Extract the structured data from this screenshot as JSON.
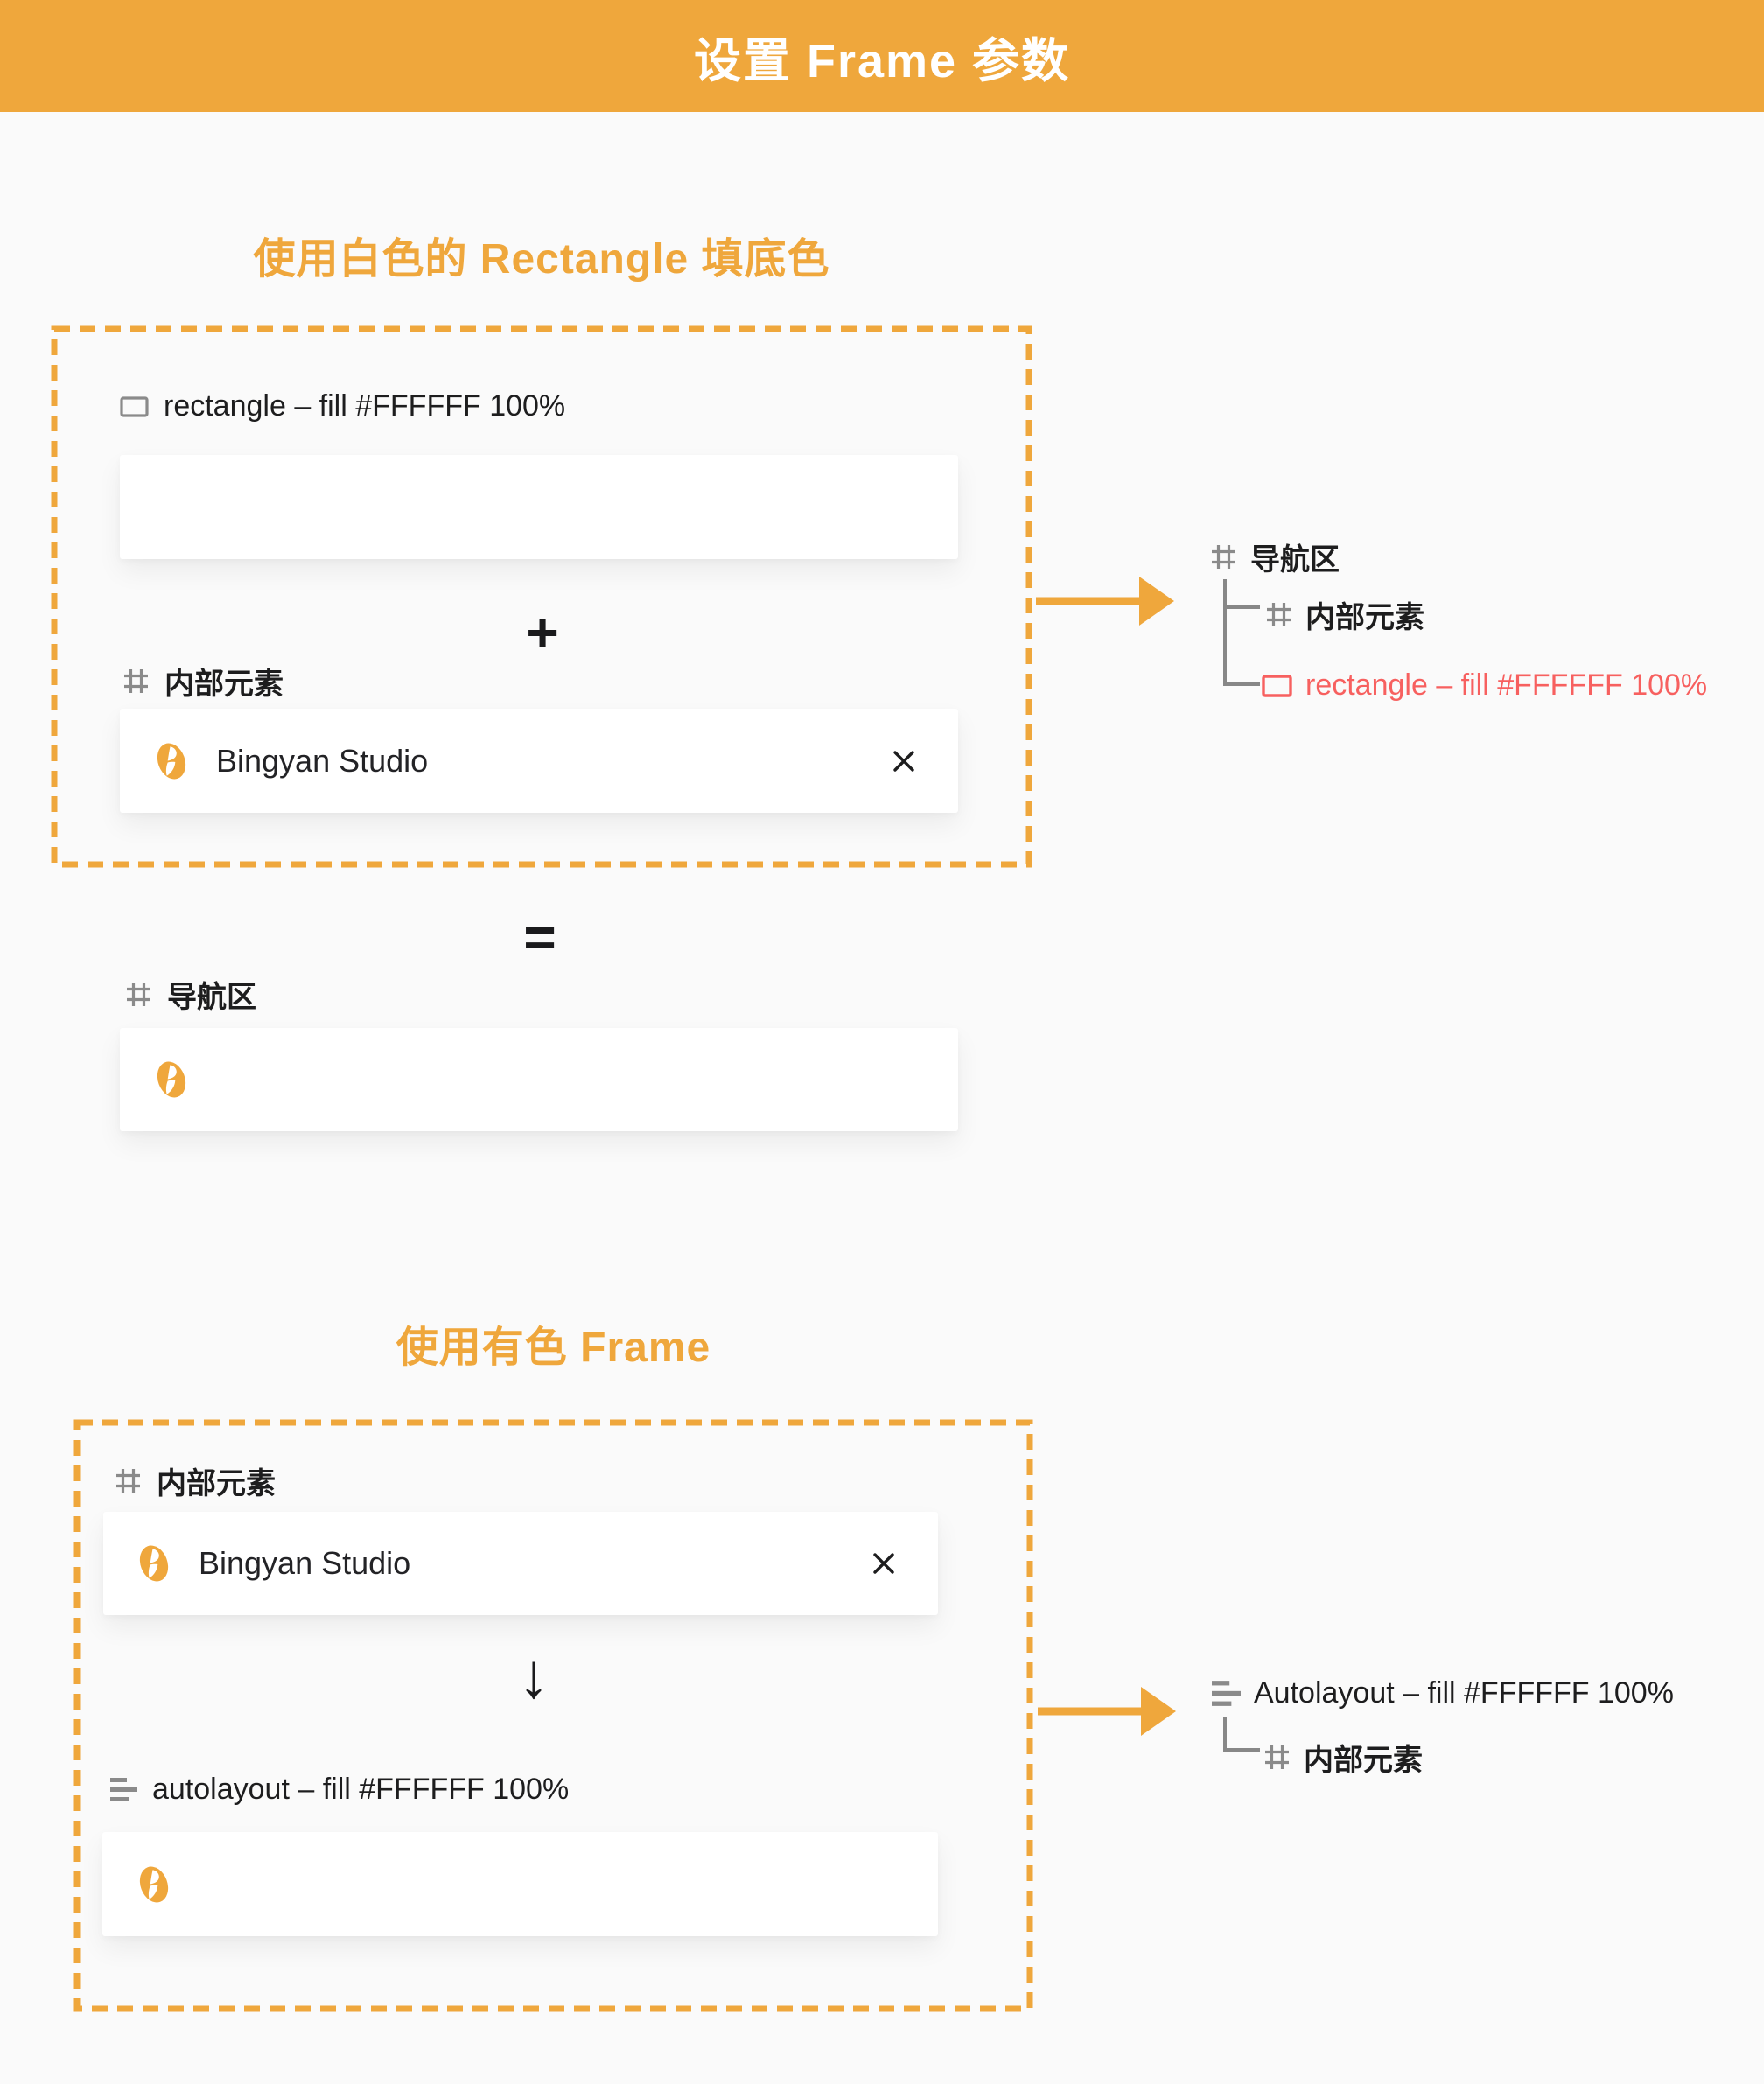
{
  "banner": {
    "title": "设置 Frame 参数"
  },
  "section_white_rectangle": {
    "heading": "使用白色的 Rectangle 填底色",
    "rectangle_label": "rectangle – fill #FFFFFF 100%",
    "plus_sign": "+",
    "inner_elements_label": "内部元素",
    "brand_card": {
      "name": "Bingyan Studio"
    },
    "equals_sign": "=",
    "result_label": "导航区"
  },
  "layer_tree_rectangle": {
    "root": "导航区",
    "children": [
      "内部元素",
      "rectangle – fill #FFFFFF 100%"
    ]
  },
  "section_colored_frame": {
    "heading": "使用有色 Frame",
    "inner_elements_label": "内部元素",
    "brand_card": {
      "name": "Bingyan Studio"
    },
    "down_arrow": "↓",
    "autolayout_label": "autolayout – fill #FFFFFF 100%"
  },
  "layer_tree_autolayout": {
    "root": "Autolayout – fill #FFFFFF 100%",
    "children": [
      "内部元素"
    ]
  },
  "icons": {
    "frame_icon": "figma-frame-hash",
    "rectangle_icon": "rectangle-outline",
    "autolayout_icon": "autolayout-bars",
    "logo_icon": "bingyan-leaf-oval",
    "close_icon": "close-x",
    "arrow_right_icon": "orange-arrow-right"
  },
  "colors": {
    "accent_orange": "#EFA73C",
    "alert_red": "#F7605F",
    "icon_gray": "#8A8A8A",
    "text_dark": "#1D1D1E",
    "background": "#FAFAFA",
    "card_white": "#FFFFFF"
  }
}
